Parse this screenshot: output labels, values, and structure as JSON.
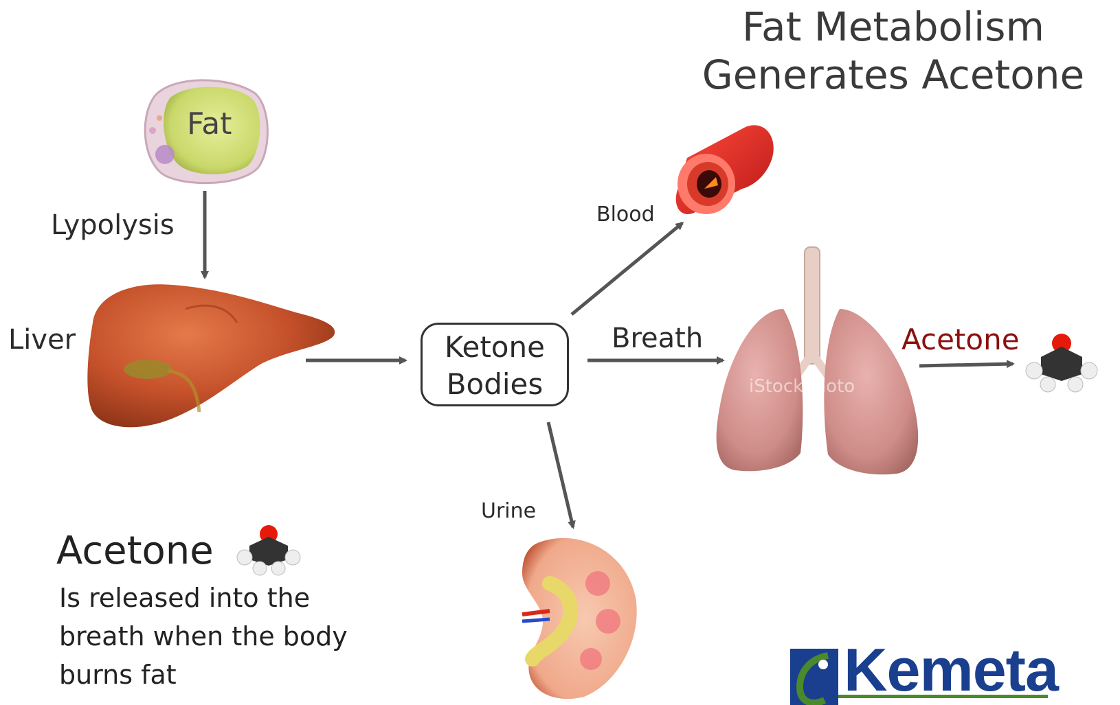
{
  "title": {
    "line1": "Fat Metabolism",
    "line2": "Generates Acetone"
  },
  "nodes": {
    "fat": "Fat",
    "liver": "Liver",
    "ketone_line1": "Ketone",
    "ketone_line2": "Bodies",
    "acetone_molecule_label": "Acetone"
  },
  "edges": {
    "lypolysis": "Lypolysis",
    "blood": "Blood",
    "breath": "Breath",
    "urine": "Urine"
  },
  "summary": {
    "heading": "Acetone",
    "body_line1": "Is released into the",
    "body_line2": "breath when the body",
    "body_line3": "burns fat"
  },
  "brand": {
    "name": "Kemeta"
  },
  "watermark": "iStockphoto",
  "colors": {
    "arrow": "#555555",
    "acetone_accent": "#8b1010",
    "brand_blue": "#1a3f8f",
    "brand_green": "#4a8a2a"
  }
}
